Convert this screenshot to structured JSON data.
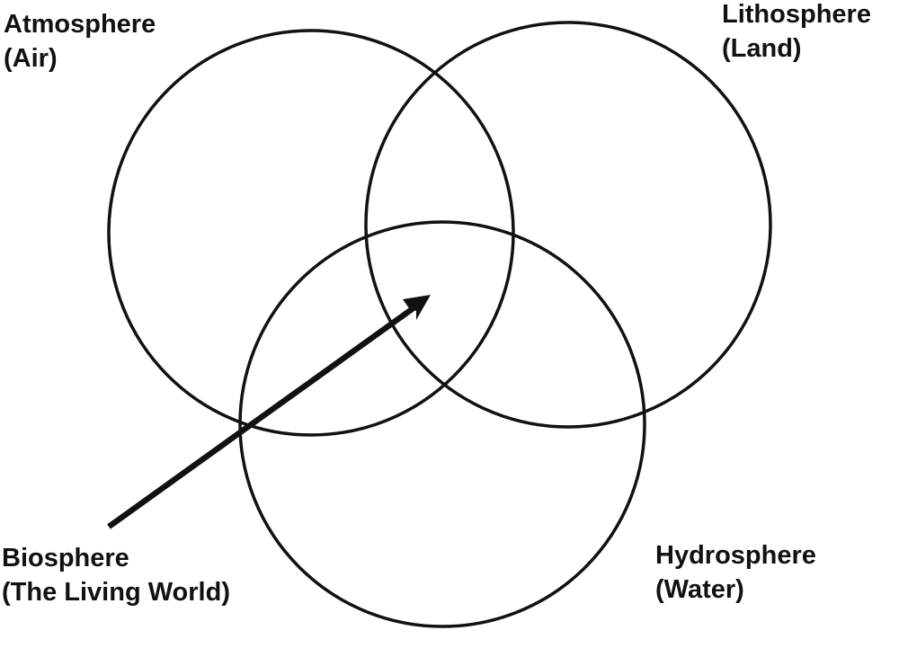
{
  "colors": {
    "stroke": "#111111",
    "background": "#ffffff"
  },
  "spheres": {
    "atmosphere": {
      "name": "Atmosphere",
      "detail": "(Air)"
    },
    "lithosphere": {
      "name": "Lithosphere",
      "detail": "(Land)"
    },
    "hydrosphere": {
      "name": "Hydrosphere",
      "detail": "(Water)"
    },
    "biosphere": {
      "name": "Biosphere",
      "detail": "(The Living World)"
    }
  }
}
